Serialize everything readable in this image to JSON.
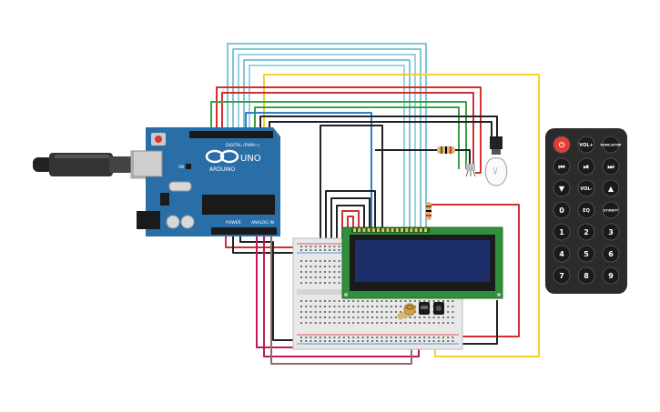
{
  "arduino": {
    "logo_text": "ARDUINO",
    "model": "UNO",
    "digital_label": "DIGITAL (PWM~)",
    "power_label": "POWER",
    "analog_label": "ANALOG IN",
    "on_label": "ON"
  },
  "remote": {
    "keys": [
      {
        "id": "power",
        "label": "⏻"
      },
      {
        "id": "vol-up",
        "label": "VOL+"
      },
      {
        "id": "func-stop",
        "label": "FUNC/STOP"
      },
      {
        "id": "prev",
        "label": "⏮"
      },
      {
        "id": "play-pause",
        "label": "⏯"
      },
      {
        "id": "next",
        "label": "⏭"
      },
      {
        "id": "down",
        "label": "▼"
      },
      {
        "id": "vol-down",
        "label": "VOL-"
      },
      {
        "id": "up",
        "label": "▲"
      },
      {
        "id": "zero",
        "label": "0"
      },
      {
        "id": "eq",
        "label": "EQ"
      },
      {
        "id": "st-rept",
        "label": "ST/REPT"
      },
      {
        "id": "one",
        "label": "1"
      },
      {
        "id": "two",
        "label": "2"
      },
      {
        "id": "three",
        "label": "3"
      },
      {
        "id": "four",
        "label": "4"
      },
      {
        "id": "five",
        "label": "5"
      },
      {
        "id": "six",
        "label": "6"
      },
      {
        "id": "seven",
        "label": "7"
      },
      {
        "id": "eight",
        "label": "8"
      },
      {
        "id": "nine",
        "label": "9"
      }
    ]
  },
  "colors": {
    "arduino_board": "#2a6ea8",
    "lcd_board": "#2f8f3a",
    "lcd_screen": "#1d2f6b",
    "remote_body": "#2b2b2b",
    "remote_power_key": "#e53935",
    "wire_red": "#d32f2f",
    "wire_yellow": "#f2d22e",
    "wire_green": "#3aa047",
    "wire_blue": "#2f7fc6",
    "wire_cyan": "#7fc6d6",
    "wire_black": "#222222",
    "wire_magenta": "#c2185b",
    "wire_brown": "#8d6e63"
  }
}
